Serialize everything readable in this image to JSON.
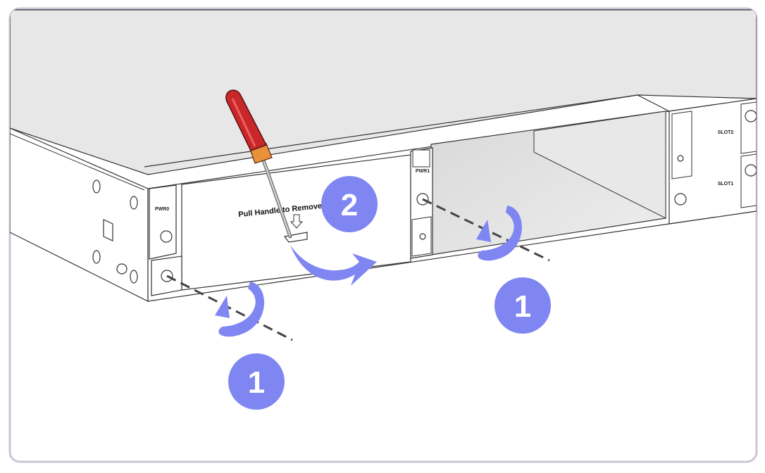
{
  "panel_labels": {
    "pwr0": "PWR0",
    "pwr1": "PWR1",
    "slot2": "SLOT2",
    "slot1": "SLOT1",
    "handle_text": "Pull Handle to Remove"
  },
  "steps": {
    "step_left": "1",
    "step_right": "1",
    "step_pull": "2"
  },
  "colors": {
    "frame_border": "#c9c6d8",
    "badge": "#7f86f2",
    "arrow": "#7f86f2",
    "chassis_top": "#e6e6e6",
    "chassis_front": "#ffffff",
    "line": "#222222",
    "screwdriver_red": "#c8282a",
    "screwdriver_orange": "#e8903a"
  },
  "icons": {
    "screwdriver": "screwdriver-icon",
    "rotate": "rotate-arrow-icon",
    "pull": "curved-pull-arrow-icon",
    "screw": "screw-icon"
  }
}
